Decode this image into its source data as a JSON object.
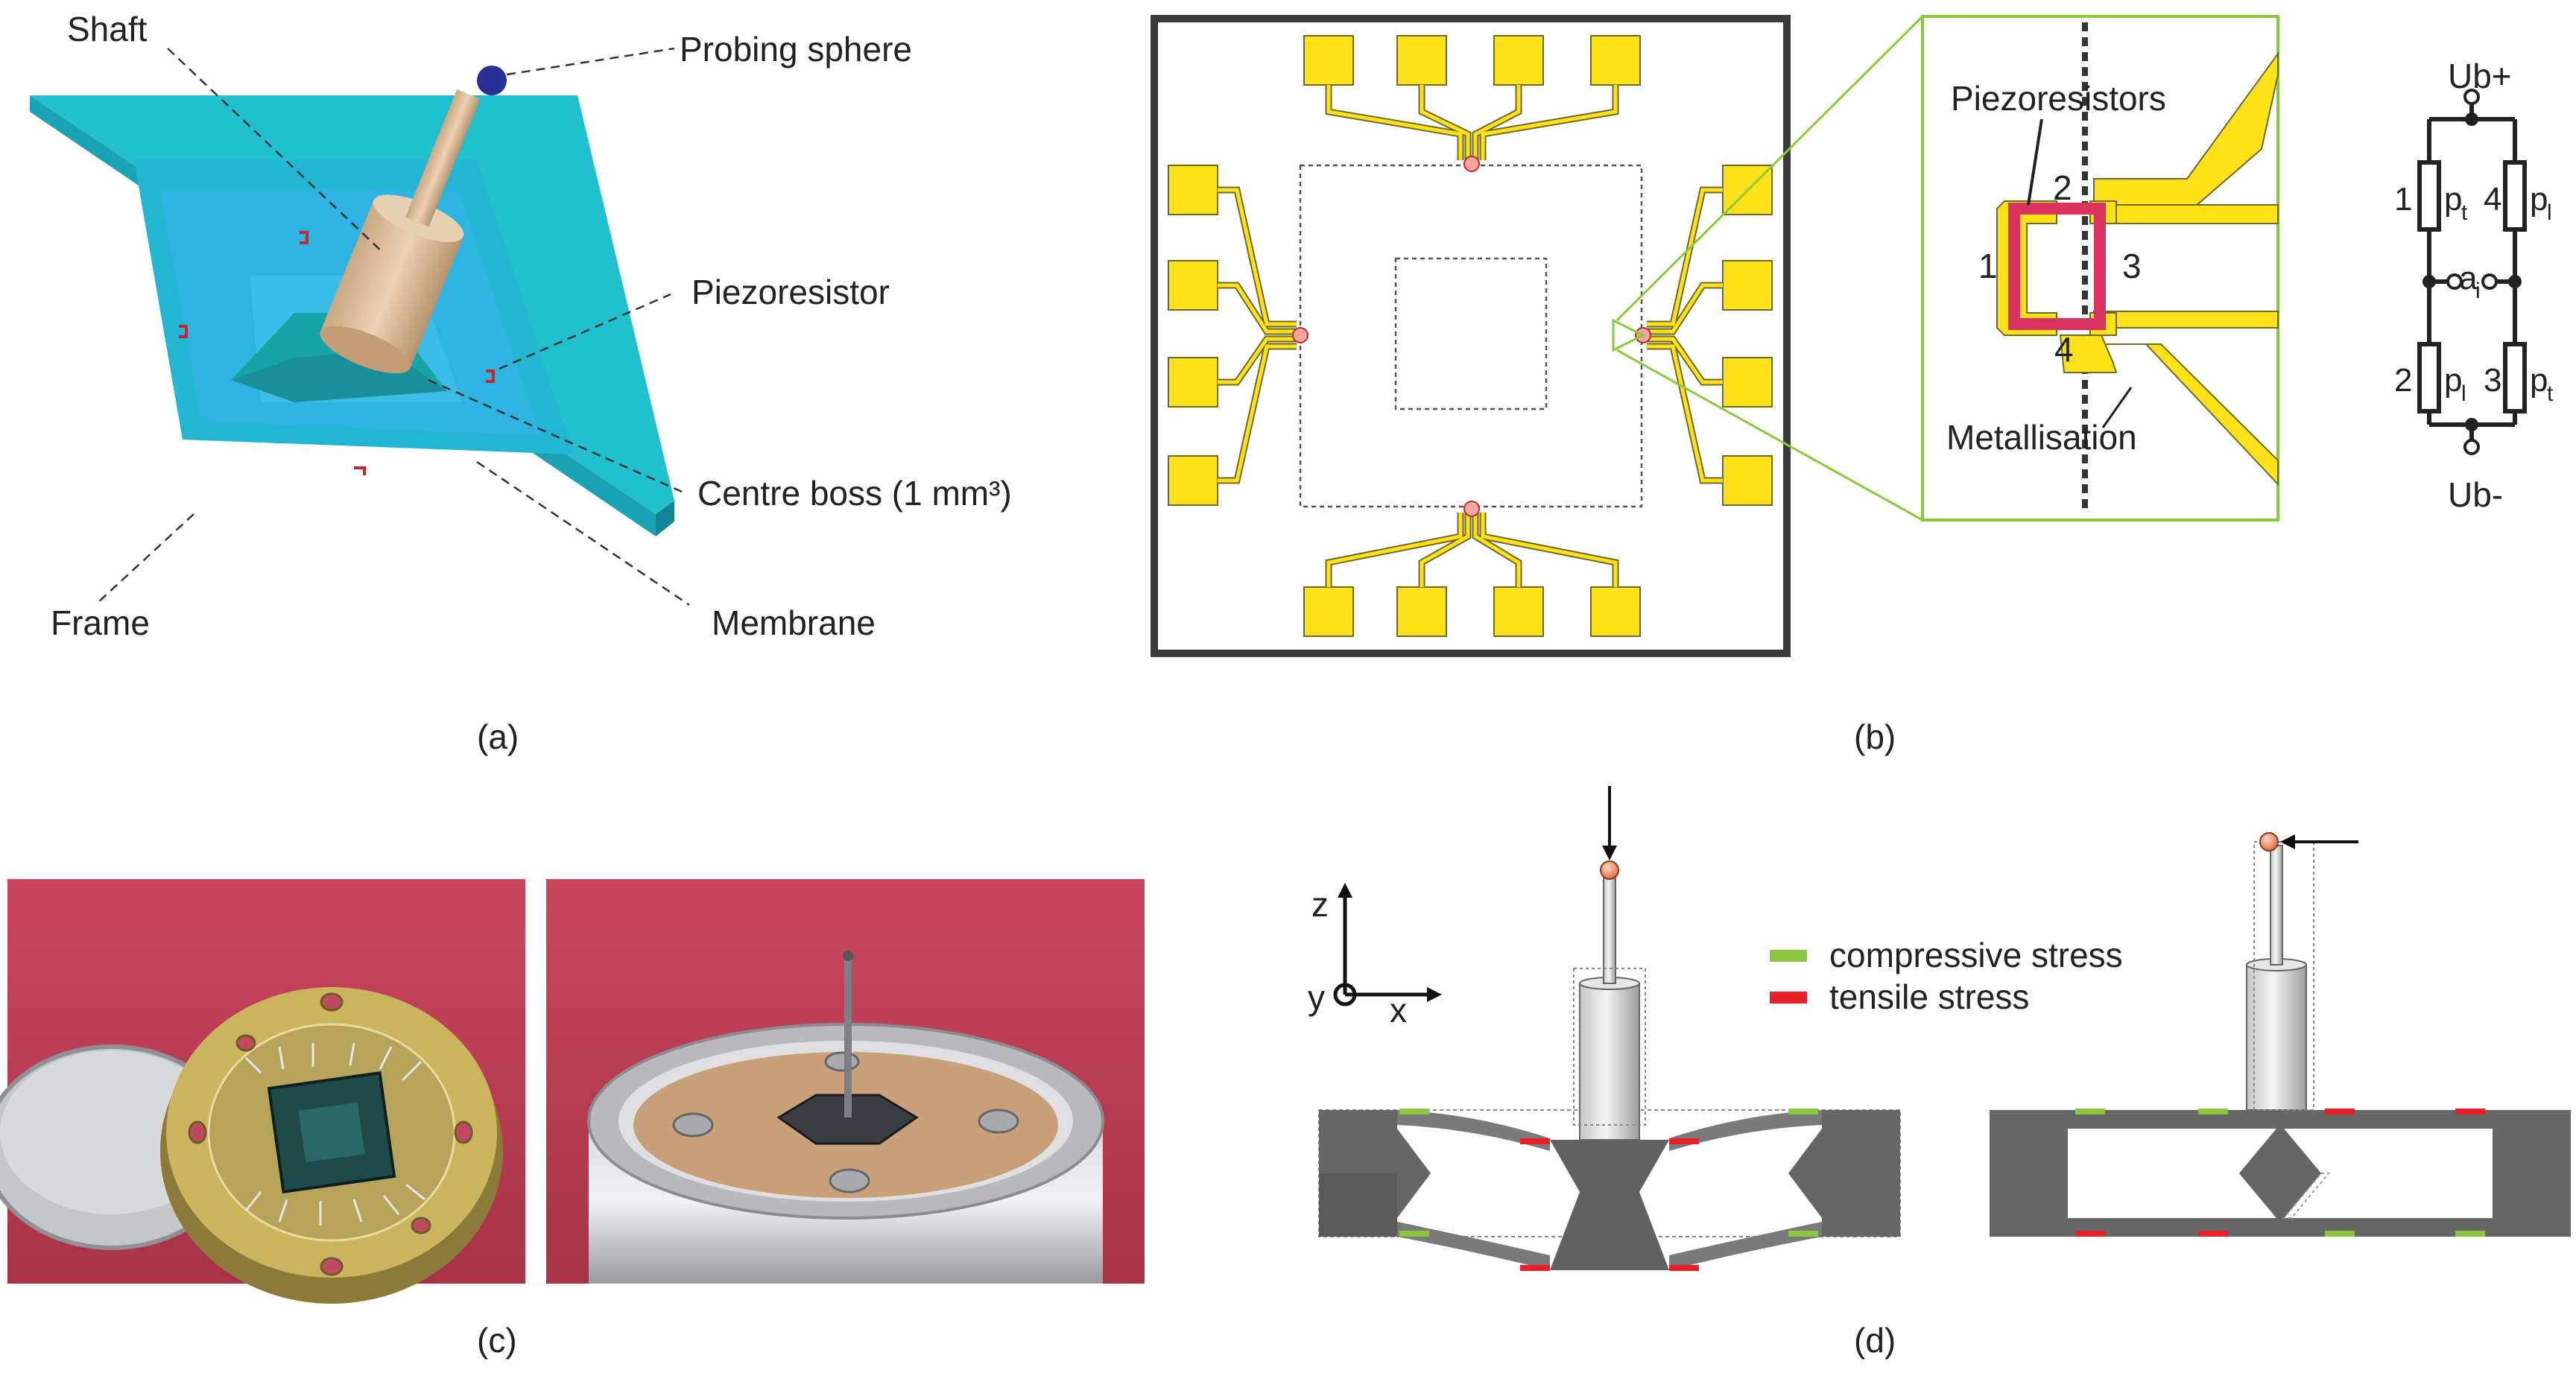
{
  "panel_a": {
    "caption": "(a)",
    "labels": {
      "shaft": "Shaft",
      "probing_sphere": "Probing sphere",
      "piezoresistor": "Piezoresistor",
      "centre_boss": "Centre boss (1 mm³)",
      "frame": "Frame",
      "membrane": "Membrane"
    }
  },
  "panel_b": {
    "caption": "(b)",
    "labels": {
      "piezoresistors": "Piezoresistors",
      "metallisation": "Metallisation",
      "n1": "1",
      "n2": "2",
      "n3": "3",
      "n4": "4"
    },
    "bridge": {
      "ub_plus": "Ub+",
      "ub_minus": "Ub-",
      "ai": "a",
      "ai_sub": "i",
      "r1": "1",
      "r1_label": "p",
      "r1_sub": "t",
      "r4": "4",
      "r4_label": "p",
      "r4_sub": "l",
      "r2": "2",
      "r2_label": "p",
      "r2_sub": "l",
      "r3": "3",
      "r3_label": "p",
      "r3_sub": "t"
    },
    "colors": {
      "pad": "#ffe11a",
      "resistor": "#d8345f",
      "outline": "#8aca3a"
    }
  },
  "panel_c": {
    "caption": "(c)"
  },
  "panel_d": {
    "caption": "(d)",
    "axis_z": "z",
    "axis_y": "y",
    "axis_x": "x",
    "legend": [
      {
        "label": "compressive stress",
        "color": "#8cc63f"
      },
      {
        "label": "tensile stress",
        "color": "#e8202a"
      }
    ]
  }
}
